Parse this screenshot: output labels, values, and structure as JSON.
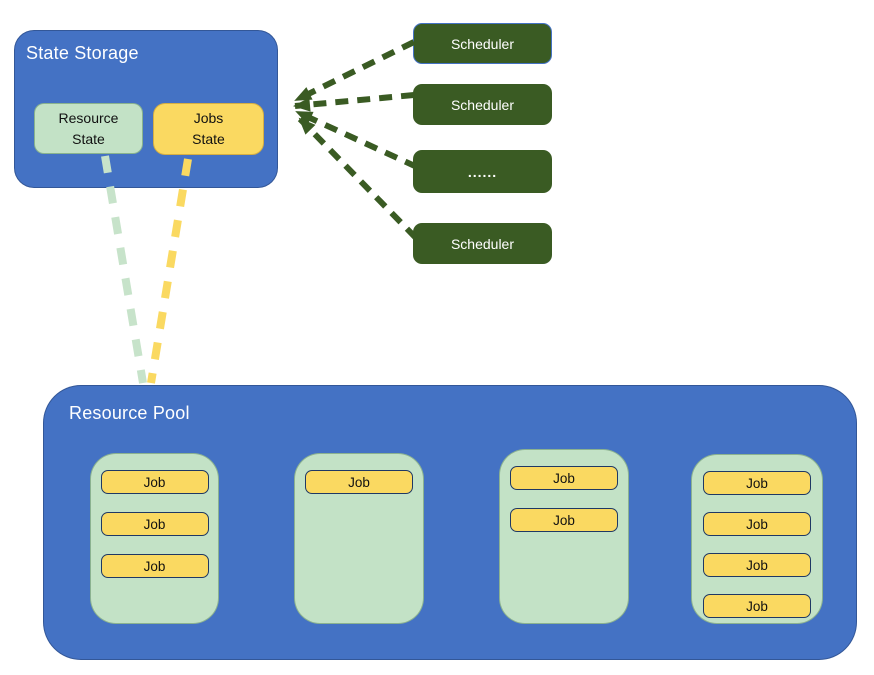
{
  "state_storage": {
    "title": "State Storage",
    "resource_state_label": "Resource\nState",
    "jobs_state_label": "Jobs\nState"
  },
  "schedulers": [
    {
      "label": "Scheduler"
    },
    {
      "label": "Scheduler"
    },
    {
      "label": "......"
    },
    {
      "label": "Scheduler"
    }
  ],
  "resource_pool": {
    "title": "Resource Pool",
    "nodes": [
      {
        "jobs": [
          "Job",
          "Job",
          "Job"
        ]
      },
      {
        "jobs": [
          "Job"
        ]
      },
      {
        "jobs": [
          "Job",
          "Job"
        ]
      },
      {
        "jobs": [
          "Job",
          "Job",
          "Job",
          "Job"
        ]
      }
    ]
  },
  "connectors": {
    "scheduler_to_state_storage_count": 4,
    "state_links": [
      "resource-state-to-pool",
      "jobs-state-to-pool"
    ]
  },
  "colors": {
    "blue": "#4472C4",
    "dark_green": "#3A5B23",
    "light_green": "#C3E2C6",
    "light_green_connector": "#C7E3CA",
    "yellow": "#FAD961",
    "job_border": "#1F3864",
    "title_text": "#FFFFFF",
    "label_text": "#111111"
  }
}
